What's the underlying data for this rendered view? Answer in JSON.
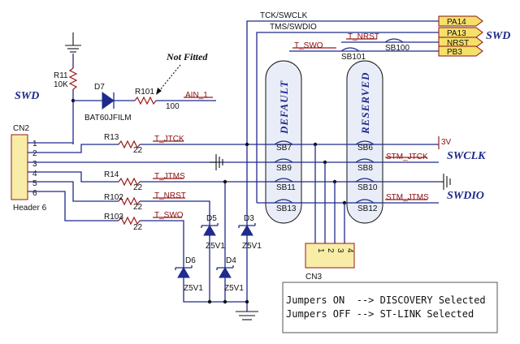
{
  "headings": {
    "swd_left": "SWD",
    "swd_right": "SWD",
    "swclk": "SWCLK",
    "swdio": "SWDIO",
    "not_fitted": "Not Fitted"
  },
  "ports": [
    "PA14",
    "PA13",
    "NRST",
    "PB3"
  ],
  "pills": {
    "default": "DEFAULT",
    "reserved": "RESERVED"
  },
  "top_nets": {
    "tck": "TCK/SWCLK",
    "tms": "TMS/SWDIO",
    "nrst": "T_NRST",
    "swo": "T_SWO",
    "sb100": "SB100",
    "sb101": "SB101"
  },
  "power": {
    "v3": "3V"
  },
  "r11": {
    "ref": "R11",
    "value": "10K"
  },
  "d7": {
    "ref": "D7",
    "part": "BAT60JFILM"
  },
  "r101": {
    "ref": "R101",
    "value": "100"
  },
  "ain": "AIN_1",
  "cn2": {
    "ref": "CN2",
    "label": "Header 6",
    "pins": [
      "1",
      "2",
      "3",
      "4",
      "5",
      "6"
    ]
  },
  "resistors": [
    {
      "ref": "R13",
      "value": "22",
      "net": "T_JTCK"
    },
    {
      "ref": "R14",
      "value": "22",
      "net": "T_JTMS"
    },
    {
      "ref": "R102",
      "value": "22",
      "net": "T_NRST"
    },
    {
      "ref": "R103",
      "value": "22",
      "net": "T_SWO"
    }
  ],
  "solder_bridges": [
    "SB7",
    "SB9",
    "SB11",
    "SB13",
    "SB6",
    "SB8",
    "SB10",
    "SB12"
  ],
  "stm_nets": {
    "jtck": "STM_JTCK",
    "jtms": "STM_JTMS"
  },
  "zeners": [
    {
      "ref": "D5",
      "value": "Z5V1"
    },
    {
      "ref": "D3",
      "value": "Z5V1"
    },
    {
      "ref": "D6",
      "value": "Z5V1"
    },
    {
      "ref": "D4",
      "value": "Z5V1"
    }
  ],
  "cn3": {
    "ref": "CN3",
    "pins": [
      "1",
      "2",
      "3",
      "4"
    ]
  },
  "note": {
    "line1": "Jumpers ON  --> DISCOVERY Selected",
    "line2": "Jumpers OFF --> ST-LINK Selected"
  }
}
